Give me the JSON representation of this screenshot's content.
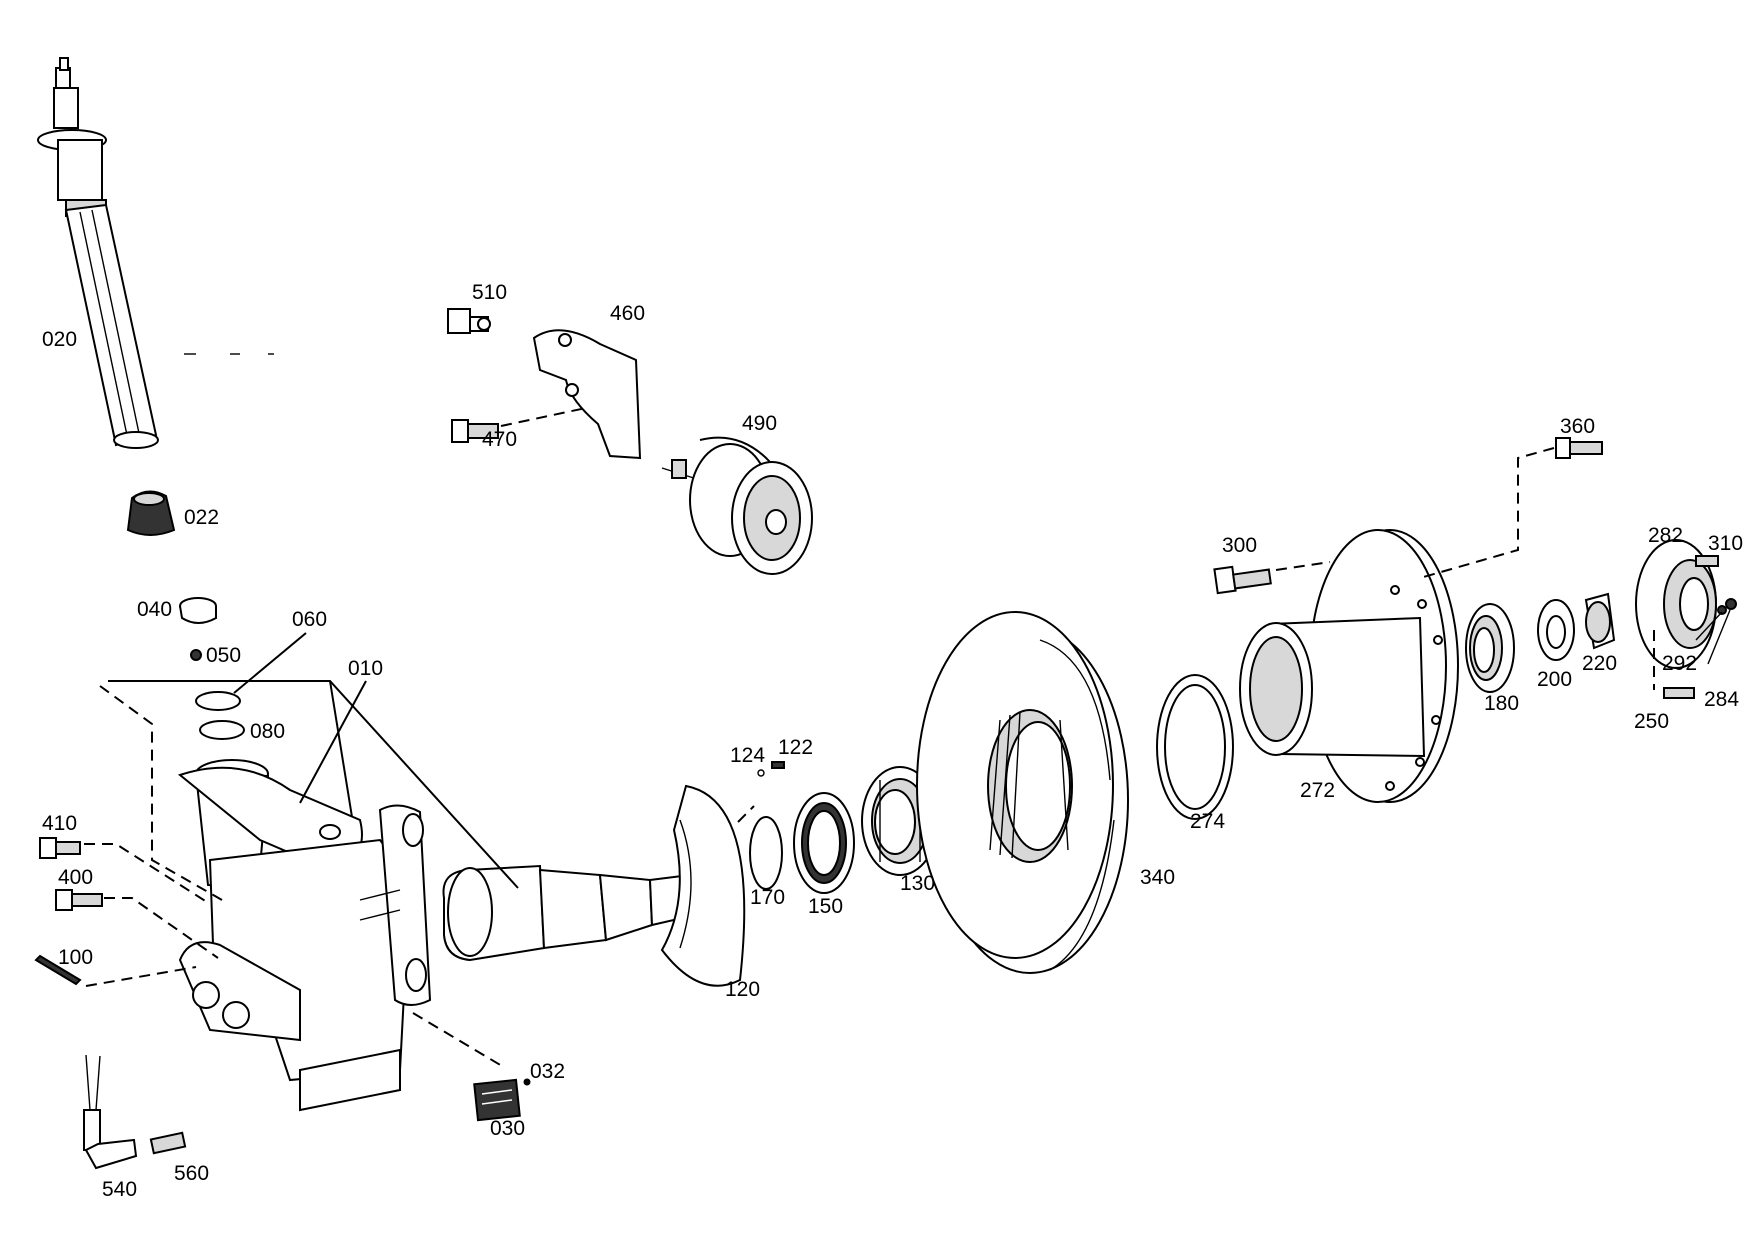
{
  "parts": [
    {
      "id": "p010",
      "label": "010"
    },
    {
      "id": "p020",
      "label": "020"
    },
    {
      "id": "p022",
      "label": "022"
    },
    {
      "id": "p030",
      "label": "030"
    },
    {
      "id": "p032",
      "label": "032"
    },
    {
      "id": "p040",
      "label": "040"
    },
    {
      "id": "p050",
      "label": "050"
    },
    {
      "id": "p060",
      "label": "060"
    },
    {
      "id": "p080",
      "label": "080"
    },
    {
      "id": "p100",
      "label": "100"
    },
    {
      "id": "p120",
      "label": "120"
    },
    {
      "id": "p122",
      "label": "122"
    },
    {
      "id": "p124",
      "label": "124"
    },
    {
      "id": "p130",
      "label": "130"
    },
    {
      "id": "p150",
      "label": "150"
    },
    {
      "id": "p170",
      "label": "170"
    },
    {
      "id": "p180",
      "label": "180"
    },
    {
      "id": "p200",
      "label": "200"
    },
    {
      "id": "p220",
      "label": "220"
    },
    {
      "id": "p250",
      "label": "250"
    },
    {
      "id": "p272",
      "label": "272"
    },
    {
      "id": "p274",
      "label": "274"
    },
    {
      "id": "p282",
      "label": "282"
    },
    {
      "id": "p284",
      "label": "284"
    },
    {
      "id": "p292",
      "label": "292"
    },
    {
      "id": "p300",
      "label": "300"
    },
    {
      "id": "p310",
      "label": "310"
    },
    {
      "id": "p340",
      "label": "340"
    },
    {
      "id": "p360",
      "label": "360"
    },
    {
      "id": "p400",
      "label": "400"
    },
    {
      "id": "p410",
      "label": "410"
    },
    {
      "id": "p460",
      "label": "460"
    },
    {
      "id": "p470",
      "label": "470"
    },
    {
      "id": "p490",
      "label": "490"
    },
    {
      "id": "p510",
      "label": "510"
    },
    {
      "id": "p540",
      "label": "540"
    },
    {
      "id": "p560",
      "label": "560"
    }
  ]
}
